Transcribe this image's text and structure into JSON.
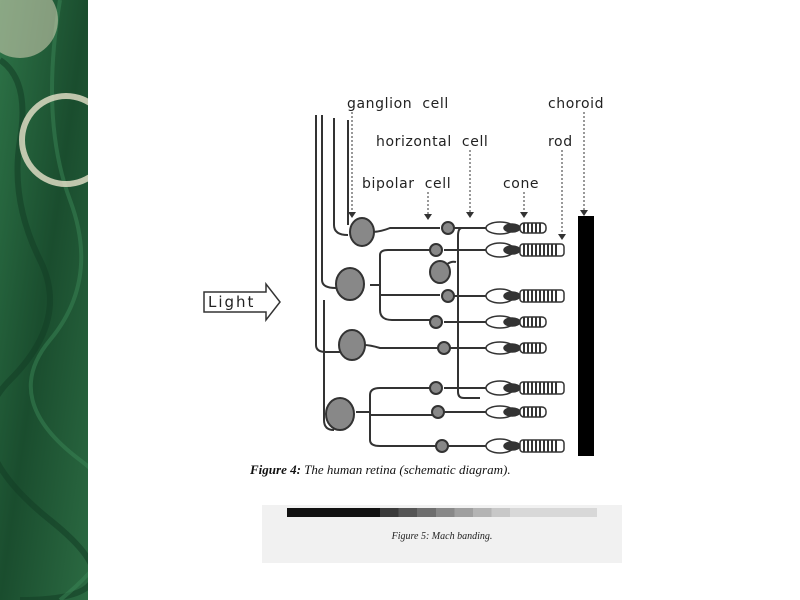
{
  "labels": {
    "ganglion": "ganglion  cell",
    "choroid": "choroid",
    "horizontal": "horizontal  cell",
    "rod": "rod",
    "bipolar": "bipolar  cell",
    "cone": "cone",
    "light": "Light"
  },
  "figure4": {
    "prefix": "Figure 4:",
    "text": "The human retina (schematic diagram)."
  },
  "figure5": {
    "caption": "Figure 5:  Mach banding."
  },
  "colors": {
    "sidebar": "#1f5a36",
    "ink": "#333333",
    "cell_fill": "#888888"
  }
}
